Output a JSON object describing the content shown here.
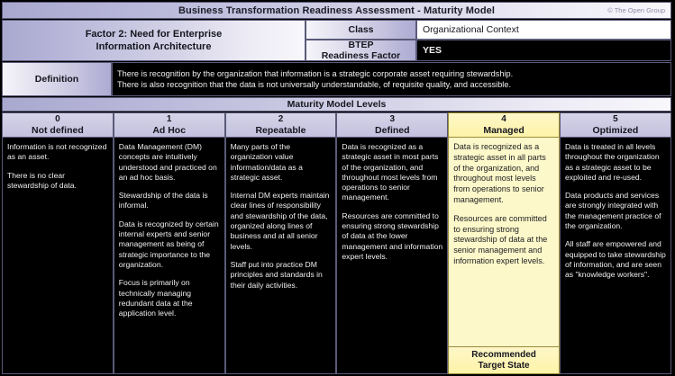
{
  "header": {
    "title": "Business Transformation Readiness Assessment - Maturity Model",
    "copyright": "© The Open Group"
  },
  "factor": {
    "line1": "Factor 2: Need for Enterprise",
    "line2": "Information Architecture",
    "class_label": "Class",
    "class_value": "Organizational Context",
    "btep_label_line1": "BTEP",
    "btep_label_line2": "Readiness Factor",
    "btep_value": "YES"
  },
  "definition": {
    "label": "Definition",
    "line1": "There is recognition by the organization that information is a strategic corporate asset requiring stewardship.",
    "line2": "There is also recognition that the data is not universally understandable, of requisite quality, and accessible."
  },
  "levels_header": "Maturity Model Levels",
  "levels": [
    {
      "number": "0",
      "name": "Not defined",
      "highlight": false,
      "paragraphs": [
        "Information is not recognized as an asset.",
        "There is no clear stewardship of data."
      ]
    },
    {
      "number": "1",
      "name": "Ad Hoc",
      "highlight": false,
      "paragraphs": [
        "Data Management (DM) concepts are intuitively understood and practiced on an ad hoc basis.",
        "Stewardship of the data is informal.",
        "Data is recognized by certain internal experts and senior management as being of strategic importance to the organization.",
        "Focus is primarily on technically managing redundant data at the application level."
      ]
    },
    {
      "number": "2",
      "name": "Repeatable",
      "highlight": false,
      "paragraphs": [
        "Many parts of the organization value information/data as a strategic asset.",
        "Internal DM experts maintain clear lines of responsibility and stewardship of the data, organized along lines of business and at all senior levels.",
        "Staff put into practice DM principles and standards in their daily activities."
      ]
    },
    {
      "number": "3",
      "name": "Defined",
      "highlight": false,
      "paragraphs": [
        "Data is recognized as a strategic asset in most parts of the organization, and throughout most levels from operations to senior management.",
        "Resources are committed to ensuring strong stewardship of data at the lower management and information expert levels."
      ]
    },
    {
      "number": "4",
      "name": "Managed",
      "highlight": true,
      "target_state_line1": "Recommended",
      "target_state_line2": "Target State",
      "paragraphs": [
        "Data is recognized as a strategic asset in all parts of the organization, and throughout most levels from operations to senior management.",
        "Resources are committed to ensuring strong stewardship of data at the senior management and information expert levels."
      ]
    },
    {
      "number": "5",
      "name": "Optimized",
      "highlight": false,
      "paragraphs": [
        "Data is treated in all levels throughout the organization as a strategic asset to be exploited and re-used.",
        "Data products and services are strongly integrated with the management practice of the organization.",
        "All staff are empowered and equipped to take stewardship of information, and are seen as \"knowledge workers\"."
      ]
    }
  ],
  "colors": {
    "accent_lavender": "#b9b8da",
    "highlight_yellow": "#fdf8c9",
    "body_black": "#000000",
    "border": "#5a5a78"
  }
}
